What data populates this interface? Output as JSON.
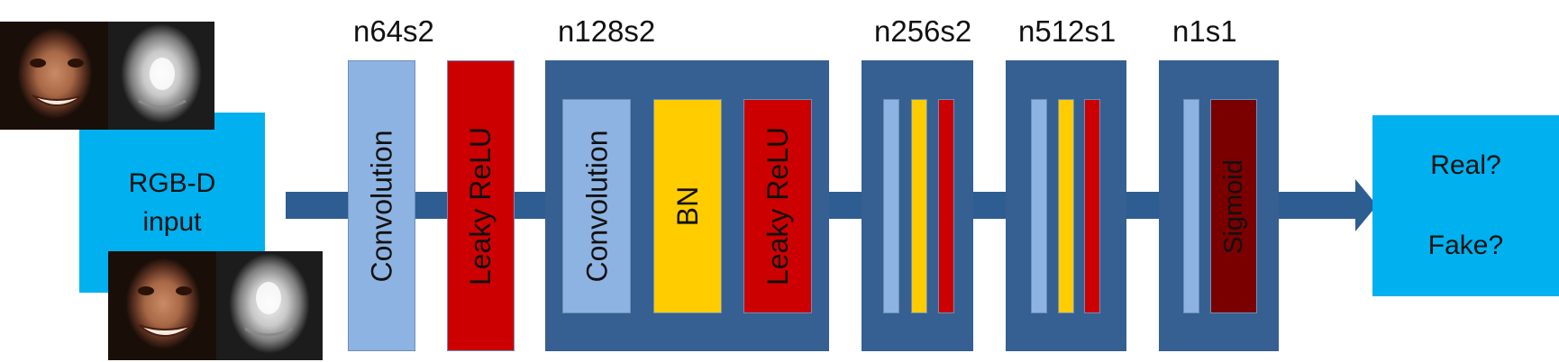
{
  "input_box": {
    "line1": "RGB-D",
    "line2": "input"
  },
  "output_box": {
    "line1": "Real?",
    "line2": "Fake?"
  },
  "stages": [
    {
      "label": "n64s2"
    },
    {
      "label": "n128s2"
    },
    {
      "label": "n256s2"
    },
    {
      "label": "n512s1"
    },
    {
      "label": "n1s1"
    }
  ],
  "layers": {
    "stage1_conv": "Convolution",
    "stage1_relu": "Leaky ReLU",
    "stage2_conv": "Convolution",
    "stage2_bn": "BN",
    "stage2_relu": "Leaky ReLU",
    "stage5_sigmoid": "Sigmoid"
  },
  "colors": {
    "arrow": "#2e5d91",
    "group": "#365f92",
    "io_box": "#00b0ef",
    "convolution": "#8db3e2",
    "leaky_relu": "#cc0000",
    "batch_norm": "#ffcc00",
    "sigmoid": "#7a0000"
  }
}
